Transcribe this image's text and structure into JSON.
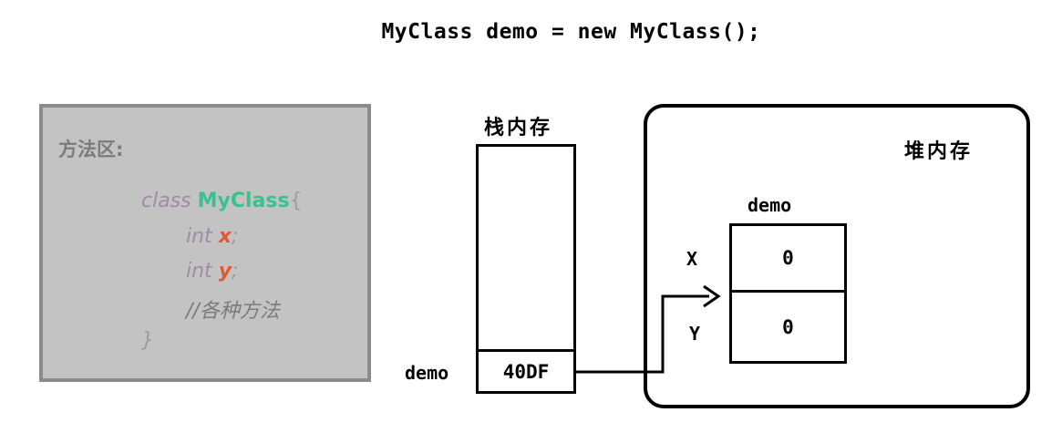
{
  "title": "MyClass demo = new MyClass();",
  "method_area": {
    "title": "方法区:",
    "code": {
      "kw_class": "class",
      "class_name": "MyClass",
      "open_brace": "{",
      "kw_int_1": "int",
      "field_1": "x",
      "semicolon_1": ";",
      "kw_int_2": "int",
      "field_2": "y",
      "semicolon_2": ";",
      "comment": "//各种方法",
      "close_brace": "}"
    }
  },
  "stack": {
    "label": "栈内存",
    "variable_name": "demo",
    "address": "40DF"
  },
  "heap": {
    "label": "堆内存",
    "object_name": "demo",
    "fields": [
      {
        "name": "X",
        "value": "0"
      },
      {
        "name": "Y",
        "value": "0"
      }
    ]
  }
}
